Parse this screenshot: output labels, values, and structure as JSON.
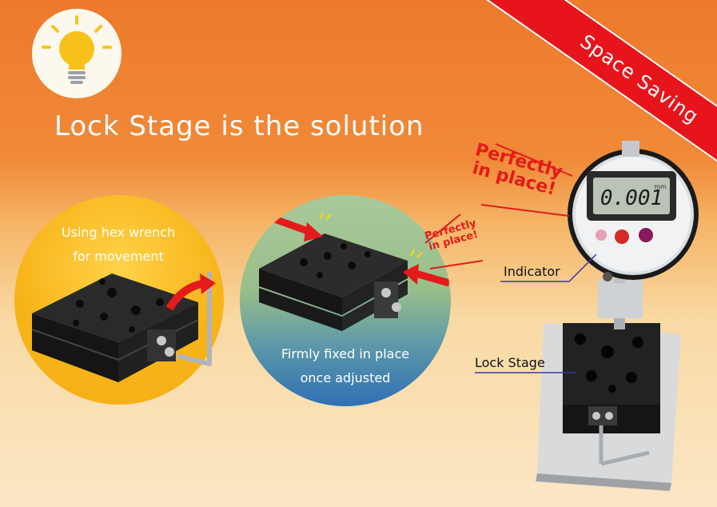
{
  "title": "Lock Stage is the solution",
  "ribbon_text": "Space Saving",
  "left_caption_line1": "Using hex wrench",
  "left_caption_line2": "for movement",
  "middle_caption_line1": "Firmly fixed in place",
  "middle_caption_line2": "once adjusted",
  "stamp_small_line1": "Perfectly",
  "stamp_small_line2": "in place!",
  "stamp_large_line1": "Perfectly",
  "stamp_large_line2": "in place!",
  "indicator_label": "Indicator",
  "lock_stage_label": "Lock Stage",
  "display_value": "0.001",
  "display_unit": "mm",
  "colors": {
    "accent_red": "#e51a1a",
    "background_orange": "#ee7a2c",
    "yellow_circle": "#f7b418"
  }
}
